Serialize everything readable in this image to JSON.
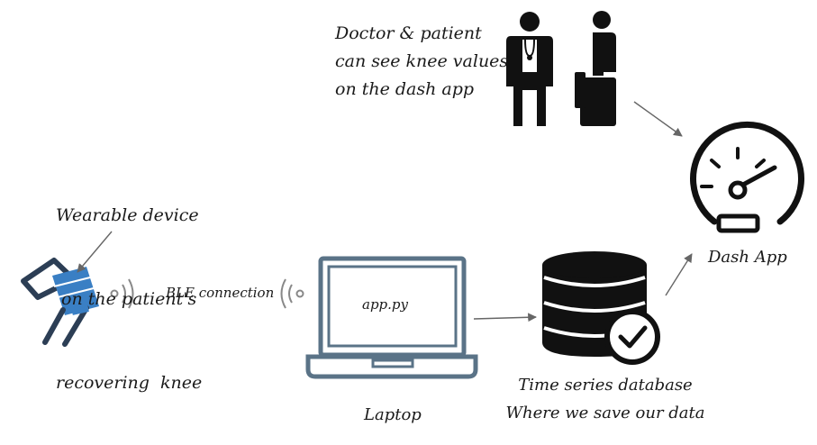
{
  "labels": {
    "doctor_patient": [
      "Doctor  & patient",
      "can see knee values",
      "on the dash app"
    ],
    "wearable": [
      "Wearable device",
      " on the patient's",
      "recovering  knee"
    ],
    "ble": "BLE connection",
    "app_file": "app.py",
    "laptop": "Laptop",
    "database": [
      "Time series database",
      "Where we save our data"
    ],
    "dash_app": "Dash App"
  },
  "icons": [
    "doctor-icon",
    "seated-patient-icon",
    "speedometer-icon",
    "knee-brace-icon",
    "wireless-signal-icon",
    "laptop-icon",
    "database-icon",
    "checkmark-icon"
  ],
  "colors": {
    "ink": "#111111",
    "laptop_blue": "#5a7387",
    "brace_blue": "#3a7fc4",
    "brace_dark": "#2c3e55",
    "arrow": "#666666"
  }
}
